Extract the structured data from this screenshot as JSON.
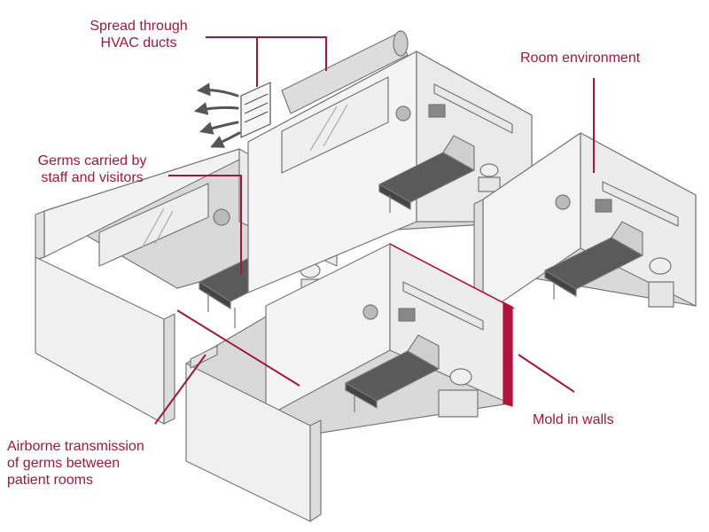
{
  "diagram": {
    "colors": {
      "callout": "#9b1c3a",
      "wall_front": "#f2f2f2",
      "wall_side": "#e6e6e6",
      "floor": "#d9d9d9",
      "outline": "#777777",
      "bed": "#5a5a5a",
      "mold": "#b0143a"
    },
    "labels": {
      "hvac": {
        "line1": "Spread through",
        "line2": "HVAC ducts"
      },
      "room_environment": "Room environment",
      "staff": {
        "line1": "Germs carried by",
        "line2": "staff and visitors"
      },
      "mold": "Mold in walls",
      "airborne": {
        "line1": "Airborne transmission",
        "line2": "of germs between",
        "line3": "patient rooms"
      }
    },
    "icons": [
      "hvac-duct-icon",
      "air-vent-icon",
      "airflow-arrows-icon",
      "hospital-bed-icon",
      "bedside-lamp-icon",
      "wall-monitor-icon",
      "window-icon"
    ]
  }
}
